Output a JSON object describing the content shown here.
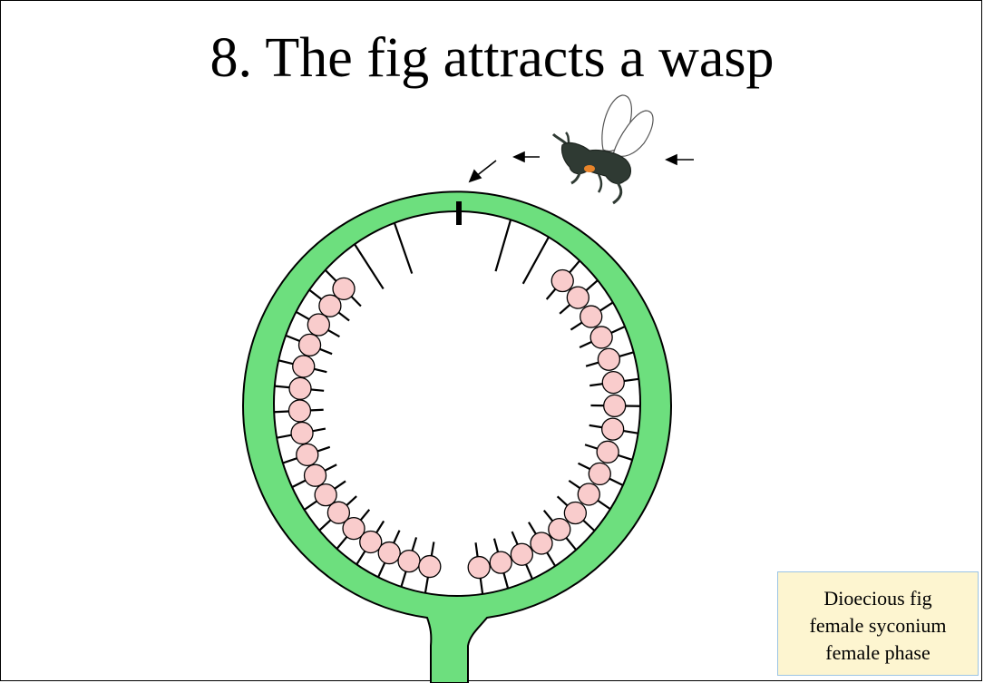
{
  "title": "8. The fig attracts a wasp",
  "info_box": {
    "lines": [
      "Dioecious fig",
      "female syconium",
      "female phase"
    ]
  },
  "colors": {
    "syconium_wall": "#6ddf7e",
    "flower_head": "#f9cccc",
    "stem": "#000000",
    "info_box_bg": "#fdf5d0",
    "info_box_border": "#9cc4e4",
    "wasp_body": "#2f3a33",
    "wasp_spot": "#e8842a"
  },
  "diagram": {
    "styles_left_bare": 2,
    "styles_right_bare": 2,
    "flowers_with_heads": 34
  }
}
